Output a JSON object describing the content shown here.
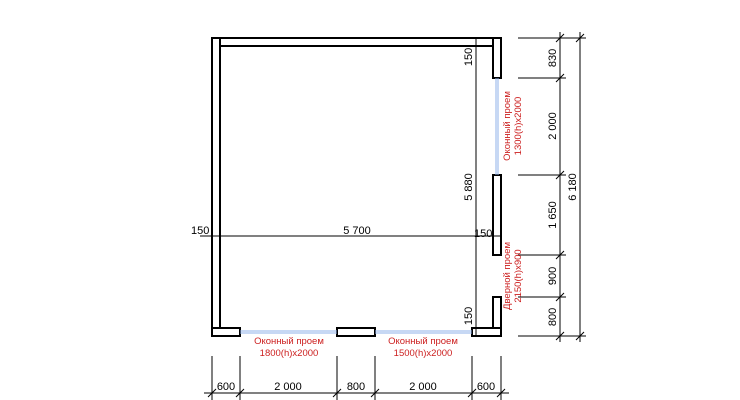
{
  "plan": {
    "colors": {
      "wall": "#000000",
      "window_line": "#8fb1ea",
      "annotation": "#cc1f1f",
      "dimension": "#000000"
    },
    "horizontal_dims": {
      "inner_width": "5 700",
      "left_wall": "150",
      "right_wall": "150",
      "bottom_segments": [
        "600",
        "2 000",
        "800",
        "2 000",
        "600"
      ]
    },
    "vertical_dims": {
      "inner_height": "5 880",
      "top_wall": "150",
      "bottom_wall": "150",
      "right_segments": [
        "830",
        "2 000",
        "1 650",
        "900",
        "800"
      ],
      "overall": "6 180"
    },
    "openings": {
      "window_bottom_left": {
        "line1": "Оконный проем",
        "line2": "1800(h)x2000"
      },
      "window_bottom_right": {
        "line1": "Оконный проем",
        "line2": "1500(h)x2000"
      },
      "window_right": {
        "line1": "Оконный проем",
        "line2": "1300(h)x2000"
      },
      "door_right": {
        "line1": "Дверной проем",
        "line2": "2150(h)x900"
      }
    }
  }
}
